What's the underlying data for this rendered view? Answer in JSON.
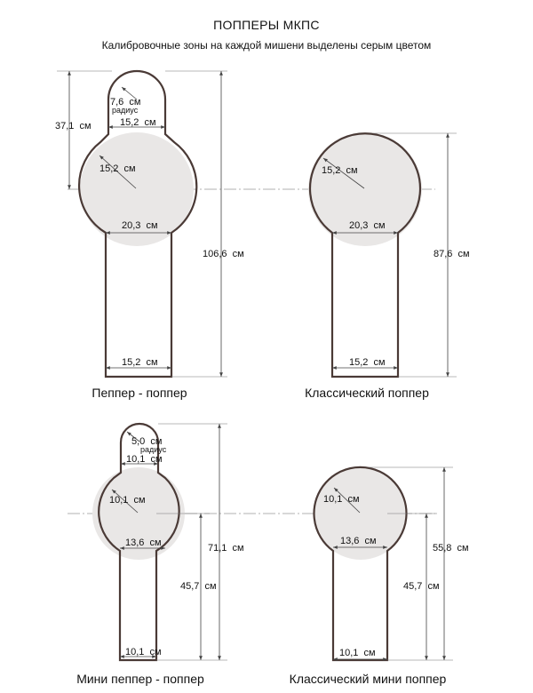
{
  "header": {
    "title": "ПОППЕРЫ МКПС",
    "subtitle": "Калибровочные зоны на каждой мишени выделены серым цветом"
  },
  "colors": {
    "outline": "#4a3a36",
    "zone_fill": "#e9e7e6",
    "dim_line": "#555555"
  },
  "targets": {
    "pepper": {
      "caption": "Пеппер - поппер",
      "head_radius": "7,6  см",
      "radius_word": "радиус",
      "neck_width": "15,2  см",
      "zone_radius": "15,2  см",
      "body_width": "20,3  см",
      "base_width": "15,2  см",
      "top_height": "37,1  см",
      "total_height": "106,6  см"
    },
    "classic": {
      "caption": "Классический поппер",
      "zone_radius": "15,2  см",
      "body_width": "20,3  см",
      "base_width": "15,2  см",
      "total_height": "87,6  см"
    },
    "mini_pepper": {
      "caption": "Мини пеппер - поппер",
      "head_radius": "5,0  см",
      "radius_word": "радиус",
      "neck_width": "10,1  см",
      "zone_radius": "10,1  см",
      "body_width": "13,6  см",
      "base_width": "10,1  см",
      "lower_height": "45,7  см",
      "total_height": "71,1  см"
    },
    "classic_mini": {
      "caption": "Классический мини поппер",
      "zone_radius": "10,1  см",
      "body_width": "13,6  см",
      "base_width": "10,1  см",
      "lower_height": "45,7  см",
      "total_height": "55,8  см"
    }
  }
}
